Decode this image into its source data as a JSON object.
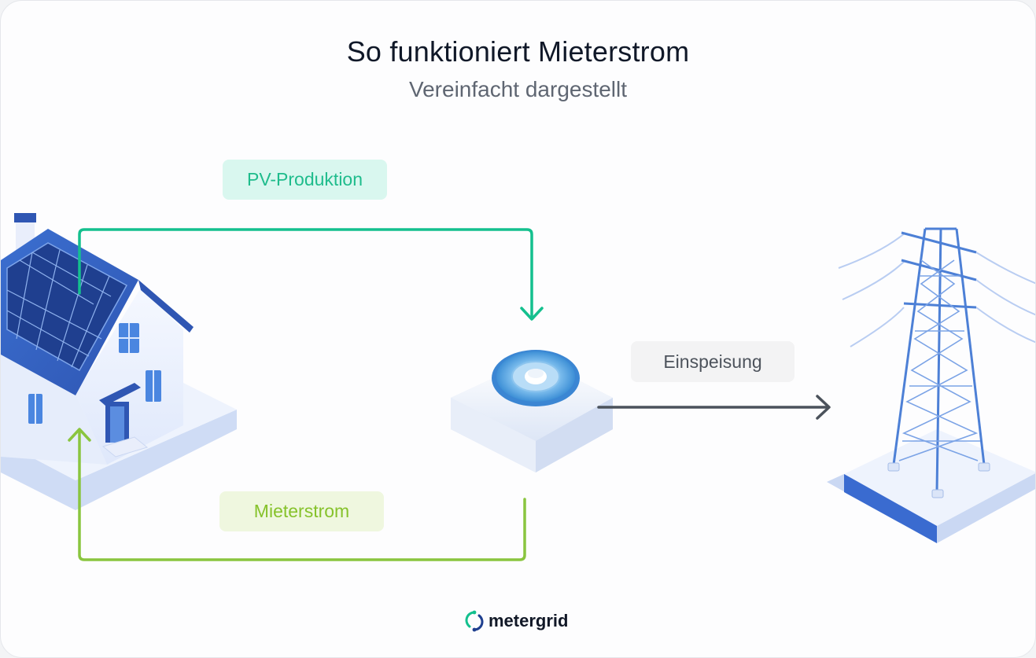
{
  "header": {
    "title": "So funktioniert Mieterstrom",
    "subtitle": "Vereinfacht dargestellt"
  },
  "flows": {
    "pv": "PV-Produktion",
    "mieterstrom": "Mieterstrom",
    "einspeisung": "Einspeisung"
  },
  "logo": {
    "text": "metergrid"
  },
  "colors": {
    "pv": "#14c08e",
    "mieterstrom": "#8ac53f",
    "einspeisung": "#4b525b",
    "accent_blue": "#3b7fd6"
  }
}
